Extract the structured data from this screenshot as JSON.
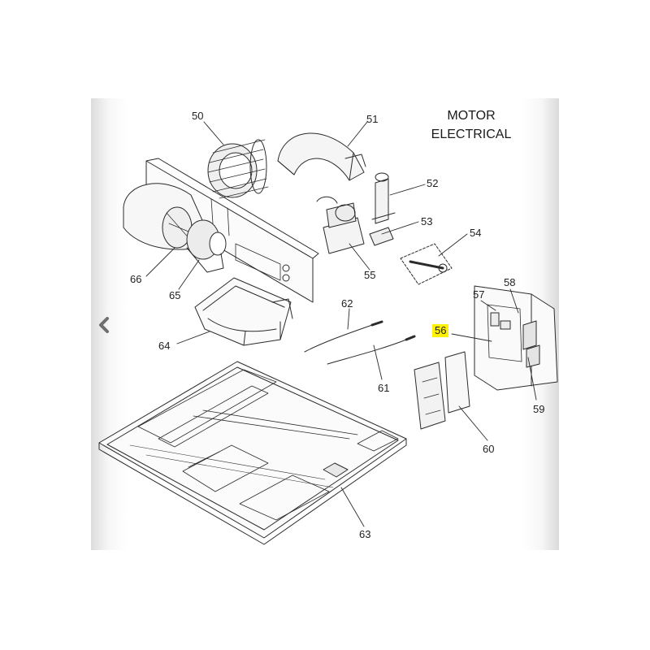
{
  "heading": {
    "line1": "MOTOR",
    "line2": "ELECTRICAL"
  },
  "callouts": {
    "c50": "50",
    "c51": "51",
    "c52": "52",
    "c53": "53",
    "c54": "54",
    "c55": "55",
    "c56": "56",
    "c57": "57",
    "c58": "58",
    "c59": "59",
    "c60": "60",
    "c61": "61",
    "c62": "62",
    "c63": "63",
    "c64": "64",
    "c65": "65",
    "c66": "66"
  },
  "highlighted_callout": "56",
  "highlight_color": "#fff200",
  "nav": {
    "prev_icon": "chevron-left-icon"
  }
}
